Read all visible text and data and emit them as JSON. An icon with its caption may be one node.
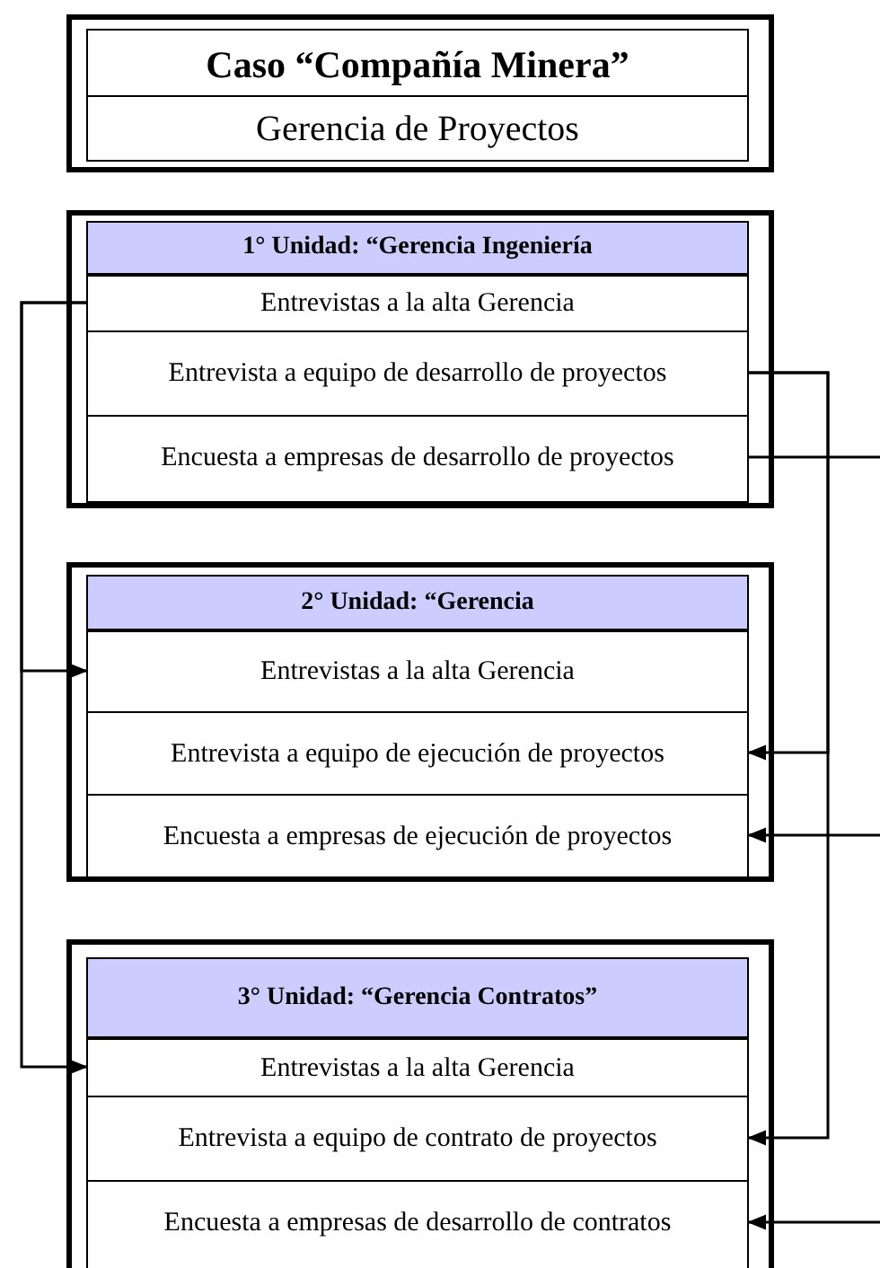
{
  "diagram": {
    "nodes": [
      {
        "text": [
          "Caso “Compañía Minera”",
          "Gerencia de Proyectos"
        ]
      },
      {
        "text": [
          "1° Unidad: “Gerencia Ingeniería"
        ]
      },
      {
        "text": [
          "Entrevistas a la alta Gerencia"
        ],
        "in": 1
      },
      {
        "text": [
          "Entrevista a equipo de desarrollo de proyectos"
        ],
        "in": 1
      },
      {
        "text": [
          "Encuesta a empresas de desarrollo de proyectos"
        ],
        "in": 1
      },
      {
        "text": [
          "2° Unidad: “Gerencia"
        ]
      },
      {
        "text": [
          "Entrevistas a la alta Gerencia"
        ],
        "in": 5
      },
      {
        "text": [
          "Entrevista a equipo de ejecución de proyectos"
        ],
        "in": 5
      },
      {
        "text": [
          "Encuesta a empresas de ejecución de proyectos"
        ],
        "in": 5
      },
      {
        "text": [
          "3° Unidad: “Gerencia Contratos”"
        ]
      },
      {
        "text": [
          "Entrevistas a la alta Gerencia"
        ],
        "in": 9
      },
      {
        "text": [
          "Entrevista a equipo de contrato de proyectos"
        ],
        "in": 9
      },
      {
        "text": [
          "Encuesta a empresas de desarrollo de contratos"
        ],
        "in": 9
      }
    ],
    "edges": [
      {
        "from": 2,
        "to": 6,
        "arrow": "to"
      },
      {
        "from": 2,
        "to": 10,
        "arrow": "to"
      },
      {
        "from": 3,
        "to": 7,
        "arrow": "to"
      },
      {
        "from": 3,
        "to": 11,
        "arrow": "to"
      },
      {
        "from": 4,
        "to": null,
        "arrow": "none"
      },
      {
        "from": null,
        "to": 8,
        "arrow": "to"
      },
      {
        "from": null,
        "to": 12,
        "arrow": "to"
      }
    ]
  }
}
